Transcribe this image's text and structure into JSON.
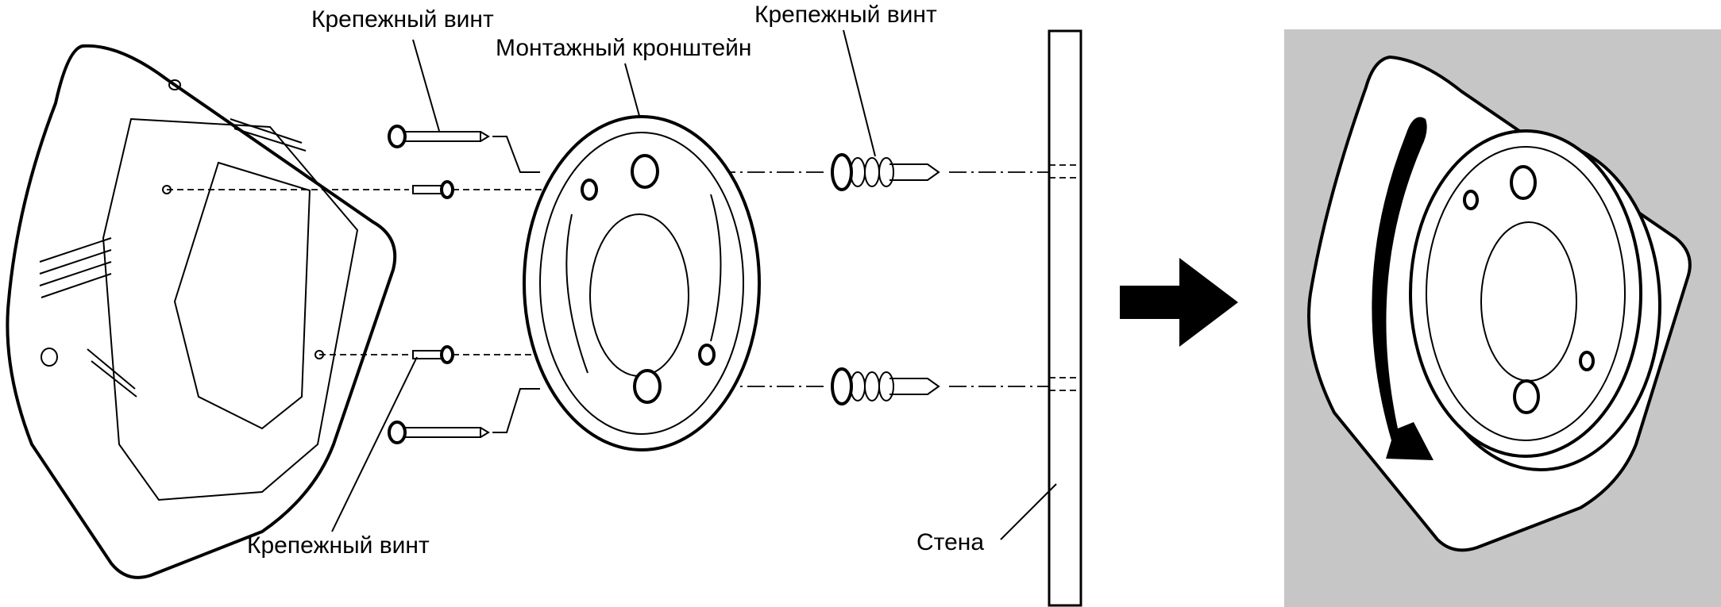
{
  "labels": {
    "screw_top_left": "Крепежный винт",
    "bracket": "Монтажный кронштейн",
    "screw_top_right": "Крепежный винт",
    "screw_bottom": "Крепежный винт",
    "wall": "Стена"
  },
  "colors": {
    "panel_bg": "#c6c6c6",
    "ink": "#000000"
  },
  "icons": {
    "direction_arrow": "right-arrow-icon",
    "rotation_arrow": "curved-arrow-icon"
  }
}
